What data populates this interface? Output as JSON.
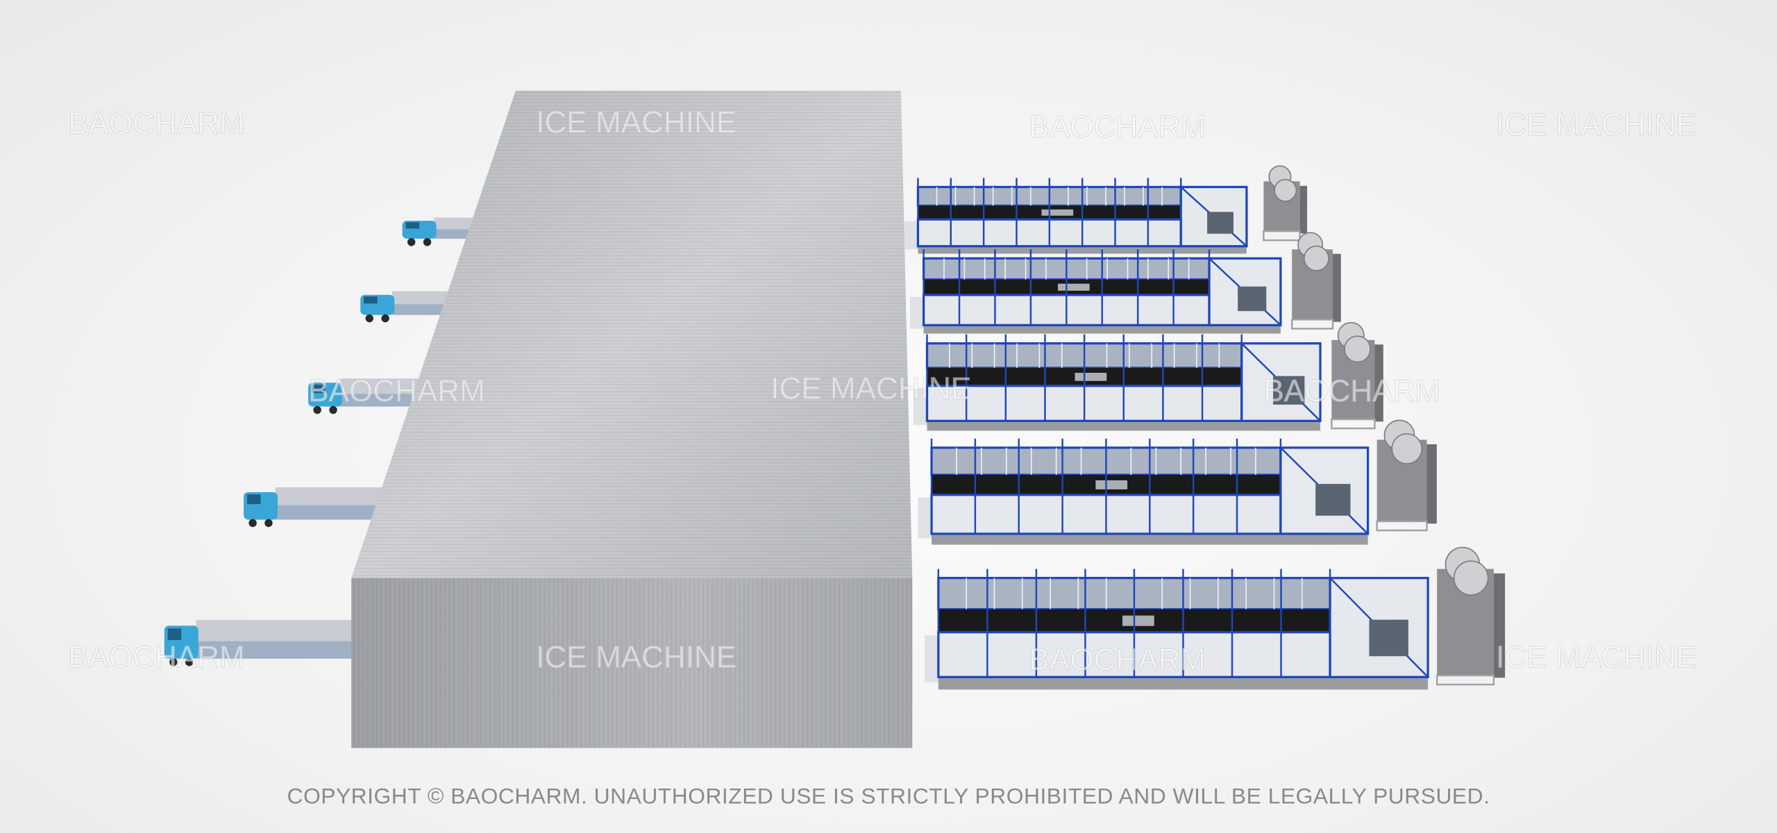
{
  "watermarks": {
    "brand": "BAOCHARM",
    "product": "ICE MACHINE"
  },
  "copyright": "COPYRIGHT © BAOCHARM. UNAUTHORIZED USE IS STRICTLY PROHIBITED AND WILL BE LEGALLY PURSUED.",
  "colors": {
    "warehouse": "#b9bcc0",
    "truck_cab": "#3aa6d8",
    "machine_frame": "#1f47b8",
    "machine_panel": "#1a1a1a",
    "condenser": "#8e8f92"
  }
}
